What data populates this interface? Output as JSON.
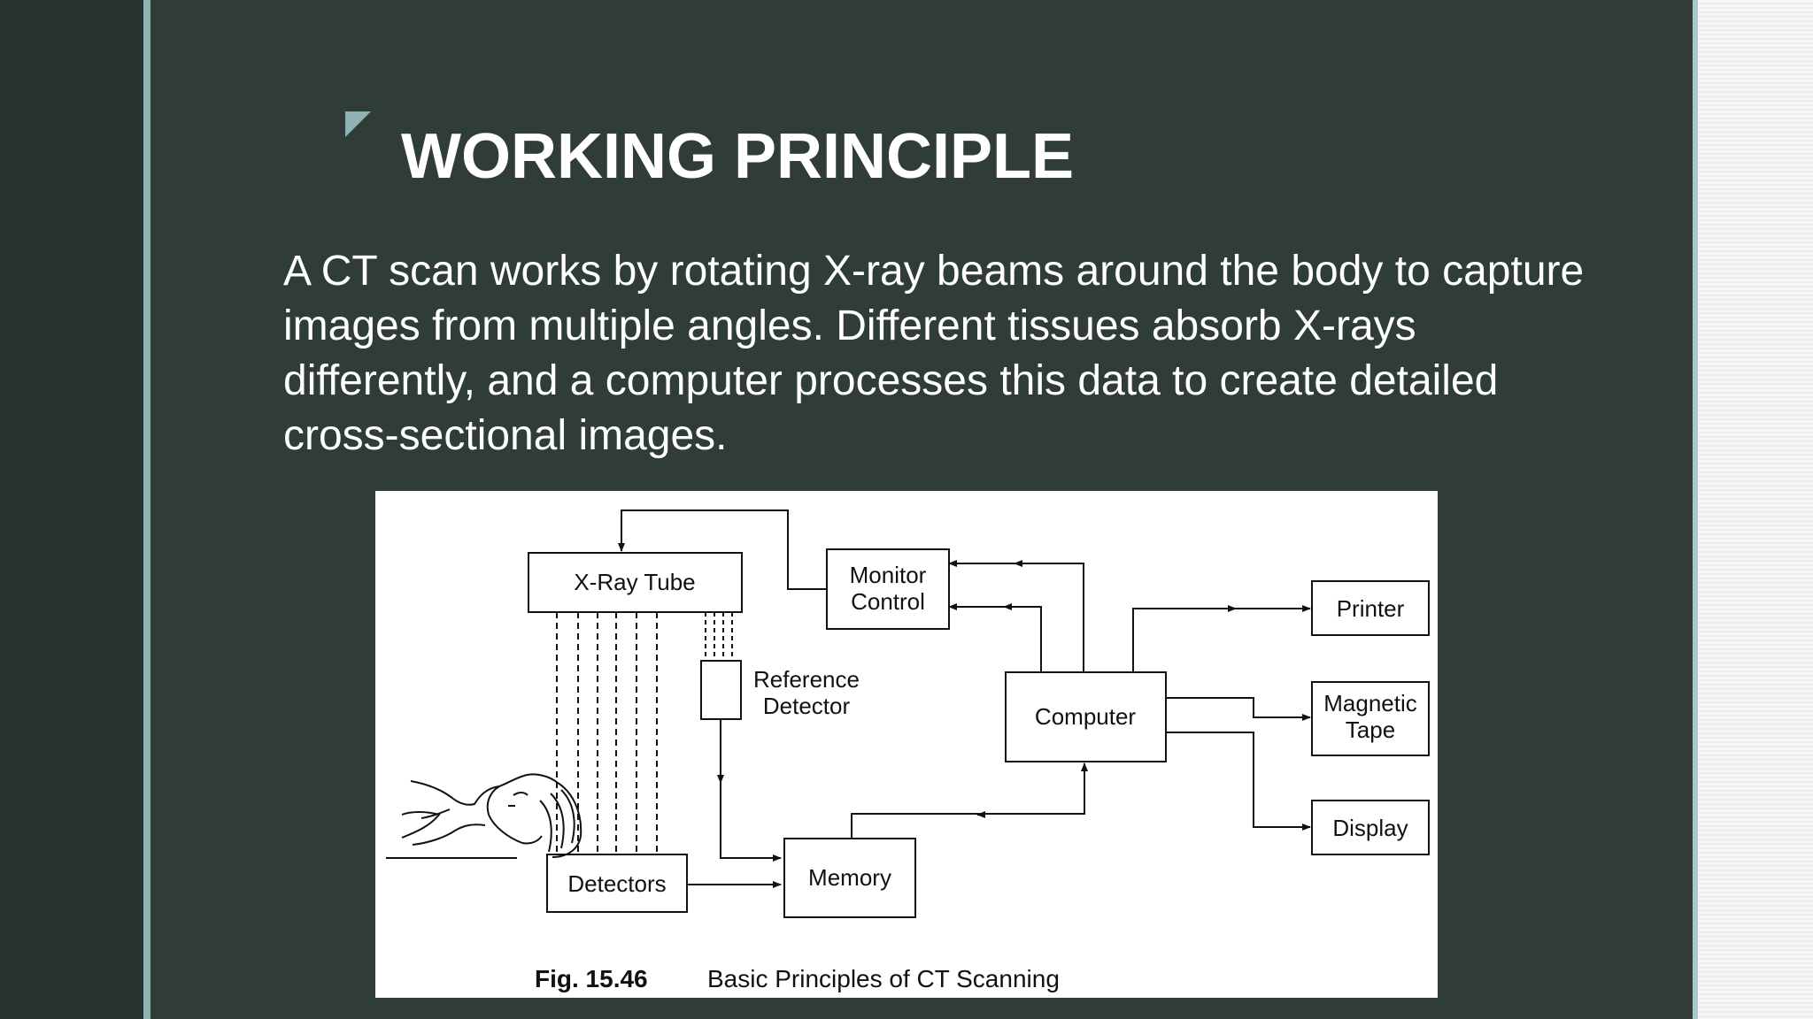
{
  "slide": {
    "title": "WORKING PRINCIPLE",
    "body": "A CT scan works by rotating X-ray beams around the body to capture images from multiple angles. Different tissues absorb X-rays differently, and a computer processes this data to create detailed cross-sectional images."
  },
  "diagram": {
    "nodes": {
      "xray_tube": "X-Ray Tube",
      "monitor_line1": "Monitor",
      "monitor_line2": "Control",
      "reference_line1": "Reference",
      "reference_line2": "Detector",
      "computer": "Computer",
      "printer": "Printer",
      "magnetic_line1": "Magnetic",
      "magnetic_line2": "Tape",
      "display": "Display",
      "detectors": "Detectors",
      "memory": "Memory"
    },
    "caption_number": "Fig. 15.46",
    "caption_text": "Basic Principles of CT Scanning"
  },
  "colors": {
    "slide_background": "#2f3c38",
    "left_band": "#263330",
    "accent": "#8fb3b2",
    "text": "#ffffff"
  }
}
